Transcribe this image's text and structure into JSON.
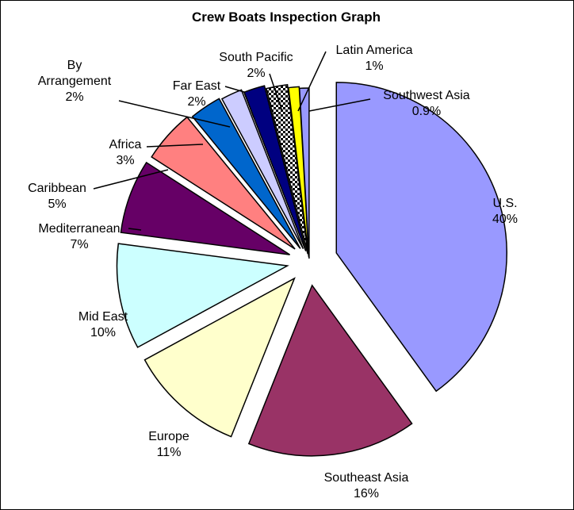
{
  "chart_data": {
    "type": "pie",
    "title": "Crew Boats Inspection Graph",
    "slices": [
      {
        "name": "U.S.",
        "pct_label": "40%",
        "value": 40,
        "color": "#9999ff",
        "pattern": ""
      },
      {
        "name": "Southeast Asia",
        "pct_label": "16%",
        "value": 16,
        "color": "#993366",
        "pattern": ""
      },
      {
        "name": "Europe",
        "pct_label": "11%",
        "value": 11,
        "color": "#ffffcc",
        "pattern": ""
      },
      {
        "name": "Mid East",
        "pct_label": "10%",
        "value": 10,
        "color": "#ccffff",
        "pattern": ""
      },
      {
        "name": "Mediterranean",
        "pct_label": "7%",
        "value": 7,
        "color": "#660066",
        "pattern": ""
      },
      {
        "name": "Caribbean",
        "pct_label": "5%",
        "value": 5,
        "color": "#ff8080",
        "pattern": ""
      },
      {
        "name": "Africa",
        "pct_label": "3%",
        "value": 3,
        "color": "#0066cc",
        "pattern": ""
      },
      {
        "name": "By Arrangement",
        "pct_label": "2%",
        "value": 2,
        "color": "#ccccff",
        "pattern": ""
      },
      {
        "name": "Far East",
        "pct_label": "2%",
        "value": 2,
        "color": "#000080",
        "pattern": ""
      },
      {
        "name": "South Pacific",
        "pct_label": "2%",
        "value": 2,
        "color": "#ffffff",
        "pattern": "checker"
      },
      {
        "name": "Latin America",
        "pct_label": "1%",
        "value": 1,
        "color": "#ffff00",
        "pattern": ""
      },
      {
        "name": "Southwest Asia",
        "pct_label": "0.9%",
        "value": 0.9,
        "color": "#9999ff",
        "pattern": ""
      }
    ]
  }
}
